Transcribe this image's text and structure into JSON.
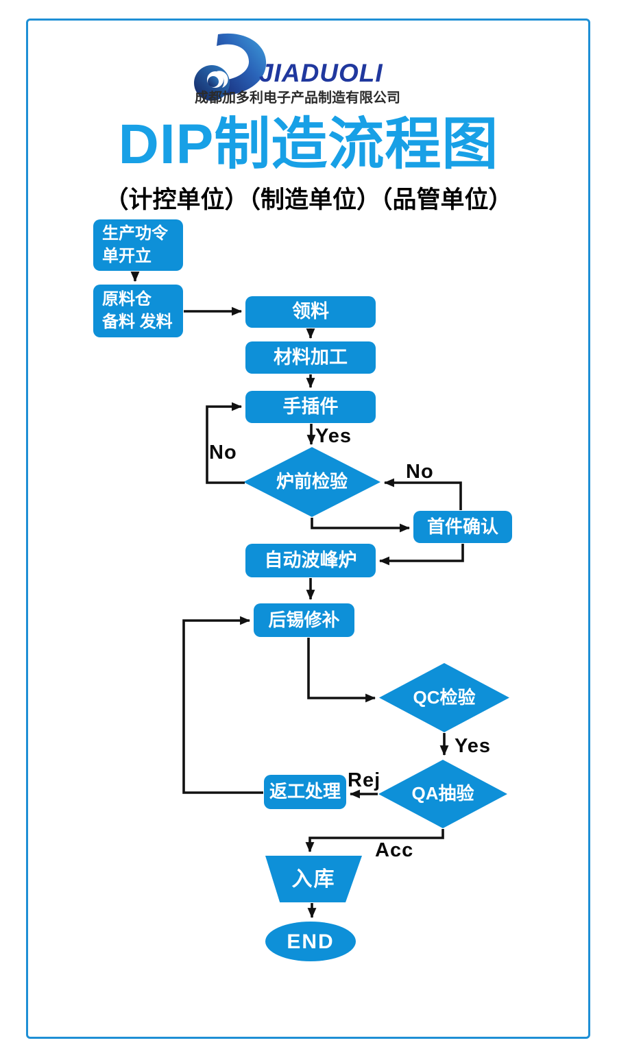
{
  "header": {
    "logo_text": "JIADUOLI",
    "company_name": "成都加多利电子产品制造有限公司",
    "title": "DIP制造流程图",
    "subtitle": "（计控单位）（制造单位）（品管单位）"
  },
  "colors": {
    "node_blue": "#0e90d8",
    "title_blue": "#18a0e6",
    "frame_blue": "#1e8fd5",
    "logo_navy": "#20389e",
    "arrow_black": "#111111"
  },
  "graph": {
    "nodes": {
      "order_open": {
        "label": "生产功令\n单开立",
        "type": "process"
      },
      "material_prep": {
        "label": "原料仓\n备料 发料",
        "type": "process"
      },
      "pick_material": {
        "label": "领料",
        "type": "process"
      },
      "material_process": {
        "label": "材料加工",
        "type": "process"
      },
      "hand_insert": {
        "label": "手插件",
        "type": "process"
      },
      "pre_oven_check": {
        "label": "炉前检验",
        "type": "decision"
      },
      "first_article": {
        "label": "首件确认",
        "type": "process"
      },
      "wave_solder": {
        "label": "自动波峰炉",
        "type": "process"
      },
      "solder_touchup": {
        "label": "后锡修补",
        "type": "process"
      },
      "qc_check": {
        "label": "QC检验",
        "type": "decision"
      },
      "qa_sample": {
        "label": "QA抽验",
        "type": "decision"
      },
      "rework": {
        "label": "返工处理",
        "type": "process"
      },
      "warehouse": {
        "label": "入库",
        "type": "io"
      },
      "end": {
        "label": "END",
        "type": "terminator"
      }
    },
    "edges": [
      {
        "from": "order_open",
        "to": "material_prep",
        "label": ""
      },
      {
        "from": "material_prep",
        "to": "pick_material",
        "label": ""
      },
      {
        "from": "pick_material",
        "to": "material_process",
        "label": ""
      },
      {
        "from": "material_process",
        "to": "hand_insert",
        "label": ""
      },
      {
        "from": "hand_insert",
        "to": "pre_oven_check",
        "label": "Yes"
      },
      {
        "from": "pre_oven_check",
        "to": "hand_insert",
        "label": "No"
      },
      {
        "from": "pre_oven_check",
        "to": "first_article",
        "label": ""
      },
      {
        "from": "first_article",
        "to": "pre_oven_check",
        "label": "No"
      },
      {
        "from": "first_article",
        "to": "wave_solder",
        "label": ""
      },
      {
        "from": "wave_solder",
        "to": "solder_touchup",
        "label": ""
      },
      {
        "from": "solder_touchup",
        "to": "qc_check",
        "label": ""
      },
      {
        "from": "qc_check",
        "to": "qa_sample",
        "label": "Yes"
      },
      {
        "from": "qa_sample",
        "to": "rework",
        "label": "Rej"
      },
      {
        "from": "rework",
        "to": "solder_touchup",
        "label": ""
      },
      {
        "from": "qa_sample",
        "to": "warehouse",
        "label": "Acc"
      },
      {
        "from": "warehouse",
        "to": "end",
        "label": ""
      }
    ],
    "edge_labels": {
      "yes_insert": "Yes",
      "no_left": "No",
      "no_right": "No",
      "yes_qc": "Yes",
      "rej": "Rej",
      "acc": "Acc"
    }
  }
}
